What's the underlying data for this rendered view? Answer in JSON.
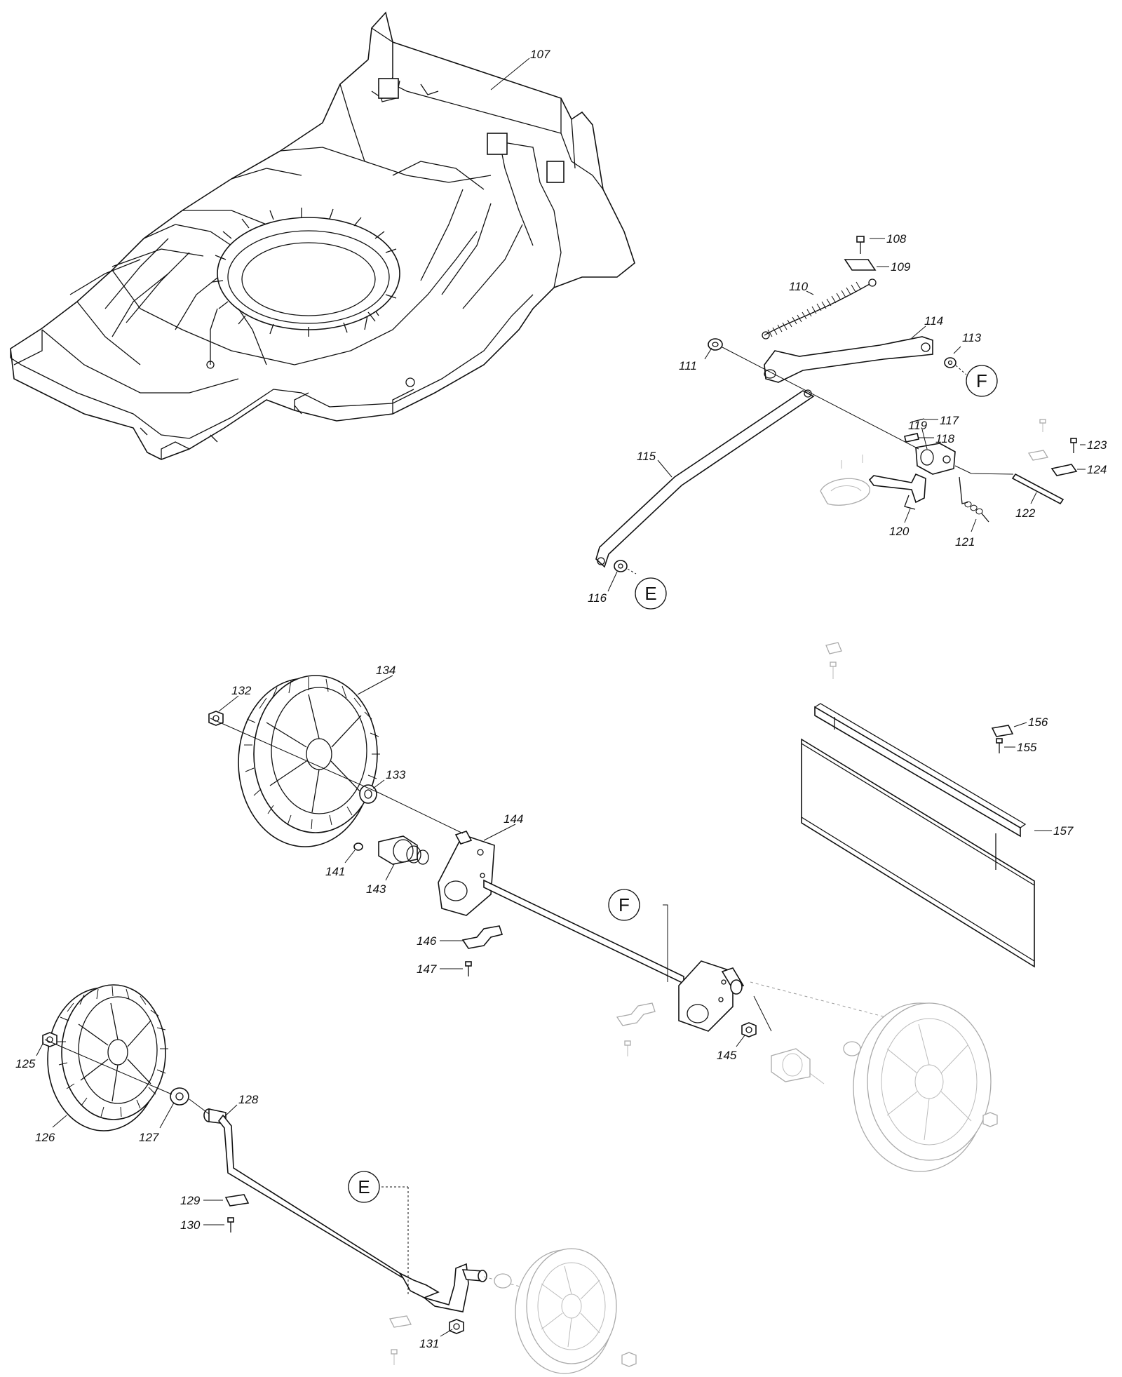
{
  "labels": {
    "p107": "107",
    "p108": "108",
    "p109": "109",
    "p110": "110",
    "p111": "111",
    "p113": "113",
    "p114": "114",
    "p115": "115",
    "p116": "116",
    "p117": "117",
    "p118": "118",
    "p119": "119",
    "p120": "120",
    "p121": "121",
    "p122": "122",
    "p123": "123",
    "p124": "124",
    "p125": "125",
    "p126": "126",
    "p127": "127",
    "p128": "128",
    "p129": "129",
    "p130": "130",
    "p131": "131",
    "p132": "132",
    "p133": "133",
    "p134": "134",
    "p141": "141",
    "p143": "143",
    "p144": "144",
    "p145": "145",
    "p146": "146",
    "p147": "147",
    "p155": "155",
    "p156": "156",
    "p157": "157"
  },
  "callouts": {
    "e": "E",
    "f": "F"
  }
}
